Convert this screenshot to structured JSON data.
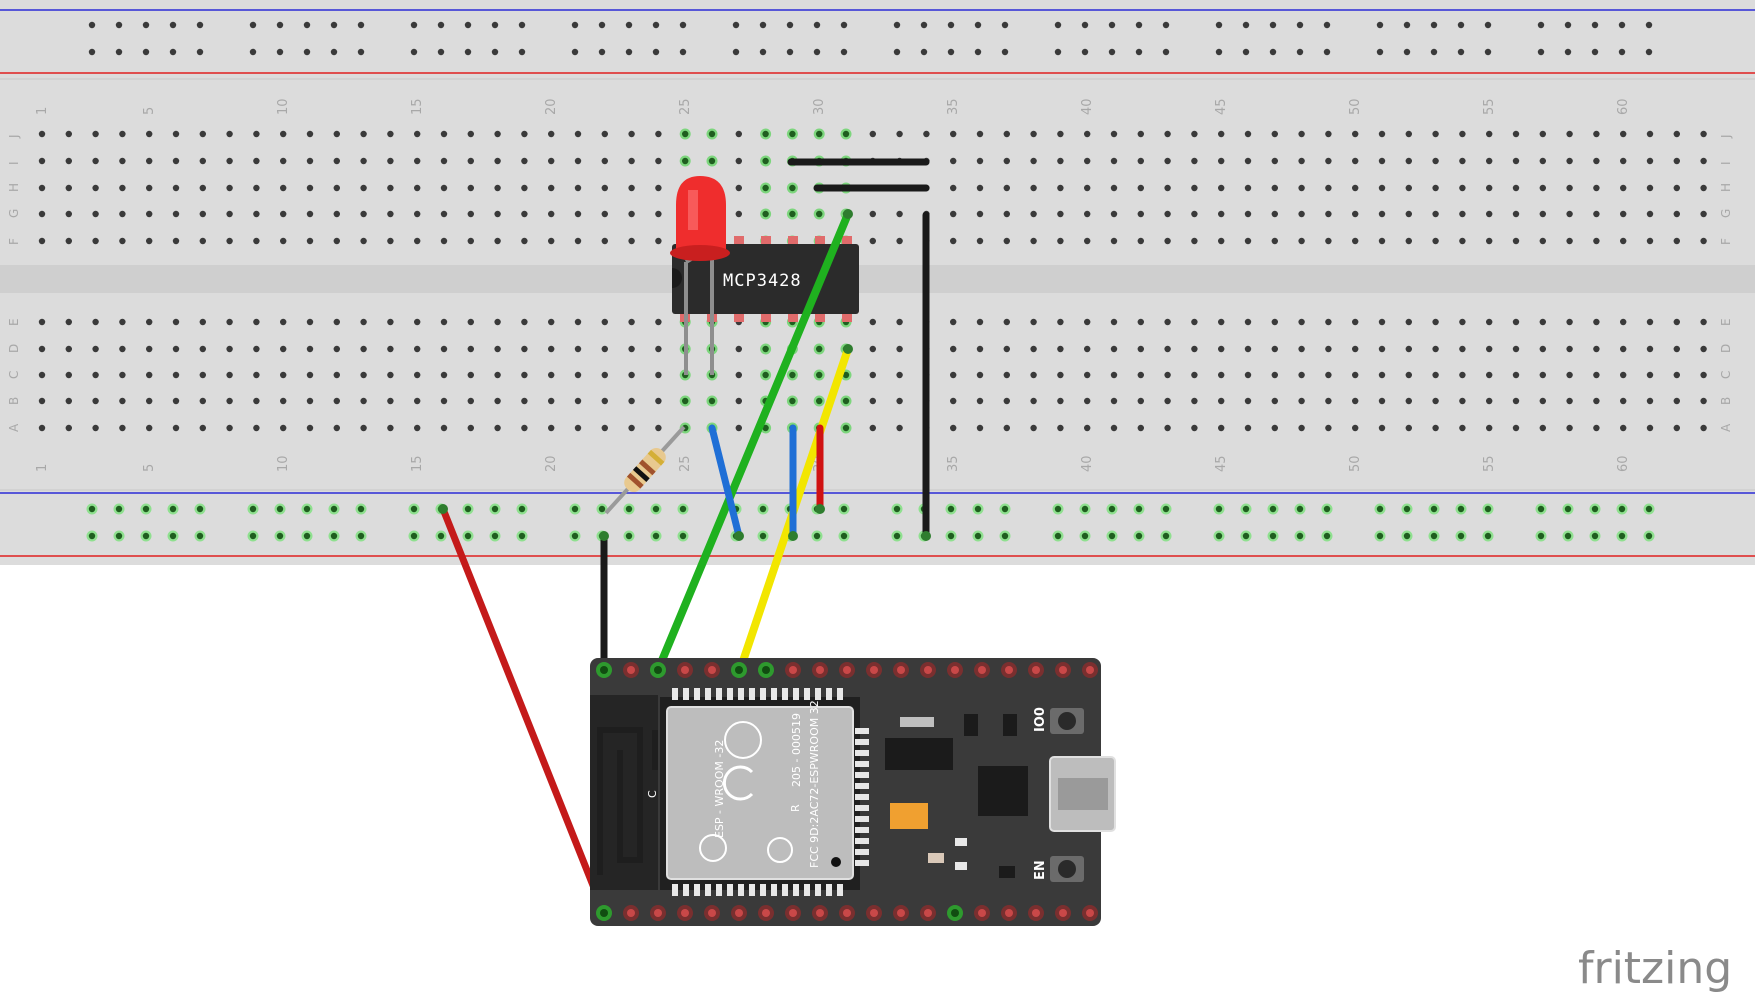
{
  "breadboard": {
    "column_labels": [
      "1",
      "5",
      "10",
      "15",
      "20",
      "25",
      "30",
      "35",
      "40",
      "45",
      "50",
      "55",
      "60"
    ],
    "top_row_labels": [
      "J",
      "I",
      "H",
      "G",
      "F"
    ],
    "bottom_row_labels": [
      "E",
      "D",
      "C",
      "B",
      "A"
    ]
  },
  "chip": {
    "label": "MCP3428"
  },
  "esp32": {
    "module_text": [
      "ESP - WROOM -32",
      "205 - 000519",
      "FCC 9D:2AC72-ESPWROOM 32"
    ],
    "module_mark_r": "R",
    "module_mark_c": "C",
    "button_top_label": "IO0",
    "button_bottom_label": "EN"
  },
  "brand": "fritzing"
}
